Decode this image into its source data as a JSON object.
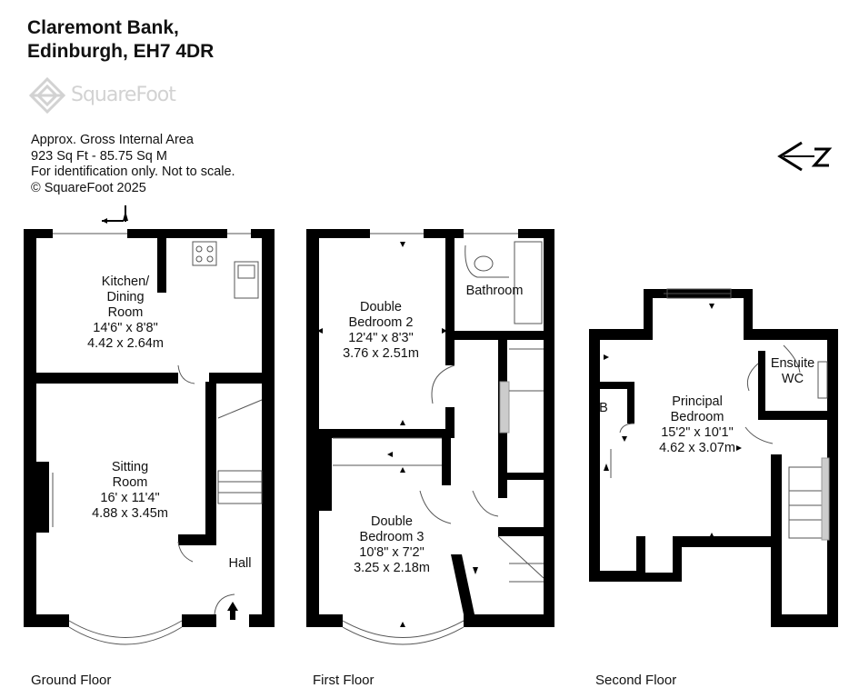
{
  "address": {
    "line1": "Claremont Bank,",
    "line2": "Edinburgh, EH7 4DR"
  },
  "logo": {
    "text": "SquareFoot",
    "icon": "squarefoot-logo-icon"
  },
  "area_info": {
    "line1": "Approx. Gross Internal Area",
    "line2": "923 Sq Ft  -  85.75 Sq M",
    "line3": "For identification only. Not to scale.",
    "line4": "© SquareFoot 2025"
  },
  "compass": {
    "icon": "north-arrow-icon",
    "letter": "N"
  },
  "rooms": {
    "kitchen": {
      "name1": "Kitchen/",
      "name2": "Dining",
      "name3": "Room",
      "imperial": "14'6\" x 8'8\"",
      "metric": "4.42 x 2.64m"
    },
    "sitting": {
      "name1": "Sitting",
      "name2": "Room",
      "imperial": "16' x 11'4\"",
      "metric": "4.88 x 3.45m"
    },
    "hall": {
      "name": "Hall"
    },
    "bedroom2": {
      "name1": "Double",
      "name2": "Bedroom 2",
      "imperial": "12'4\" x 8'3\"",
      "metric": "3.76 x 2.51m"
    },
    "bathroom": {
      "name": "Bathroom"
    },
    "bedroom3": {
      "name1": "Double",
      "name2": "Bedroom 3",
      "imperial": "10'8\" x 7'2\"",
      "metric": "3.25 x 2.18m"
    },
    "principal": {
      "name1": "Principal",
      "name2": "Bedroom",
      "imperial": "15'2\" x 10'1\"",
      "metric": "4.62 x 3.07m"
    },
    "ensuite": {
      "name1": "Ensuite",
      "name2": "WC"
    },
    "cupboard": {
      "name": "B"
    }
  },
  "floors": {
    "ground": "Ground Floor",
    "first": "First Floor",
    "second": "Second Floor"
  },
  "colors": {
    "wall": "#000000",
    "fixture": "#9a9a9a",
    "logo": "#d2d2d2"
  }
}
